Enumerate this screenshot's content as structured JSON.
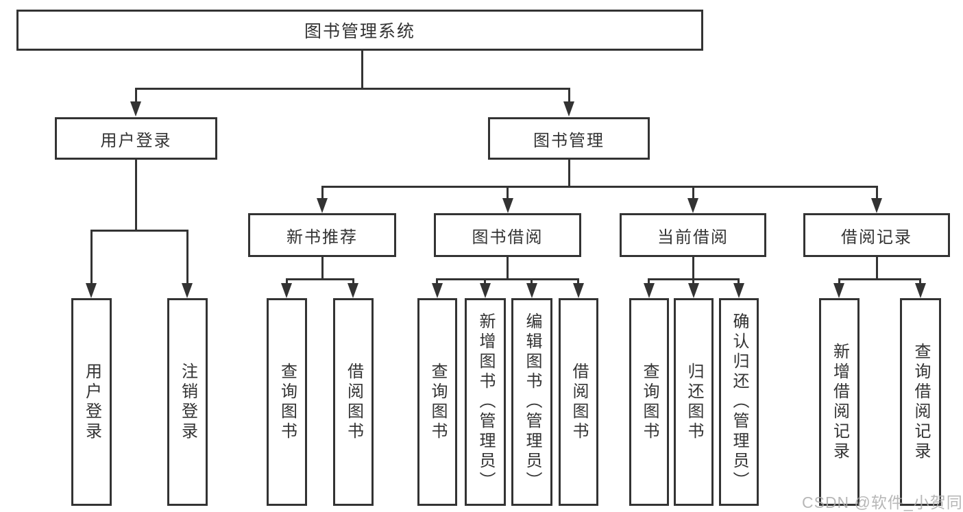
{
  "diagram": {
    "title": "图书管理系统",
    "level2": {
      "user_login": "用户登录",
      "book_management": "图书管理"
    },
    "level3": {
      "new_book_recommendation": "新书推荐",
      "book_borrowing": "图书借阅",
      "current_borrowing": "当前借阅",
      "borrowing_records": "借阅记录"
    },
    "leaves": {
      "user_login": [
        "用户登录",
        "注销登录"
      ],
      "new_book_recommendation": [
        "查询图书",
        "借阅图书"
      ],
      "book_borrowing": [
        "查询图书",
        "新增图书（管理员）",
        "编辑图书（管理员）",
        "借阅图书"
      ],
      "current_borrowing": [
        "查询图书",
        "归还图书",
        "确认归还（管理员）"
      ],
      "borrowing_records": [
        "新增借阅记录",
        "查询借阅记录"
      ]
    },
    "watermark": "CSDN @软件_小贺同学",
    "colors": {
      "line": "#333333",
      "text": "#333333",
      "watermark": "#ababab",
      "background": "#ffffff"
    }
  }
}
